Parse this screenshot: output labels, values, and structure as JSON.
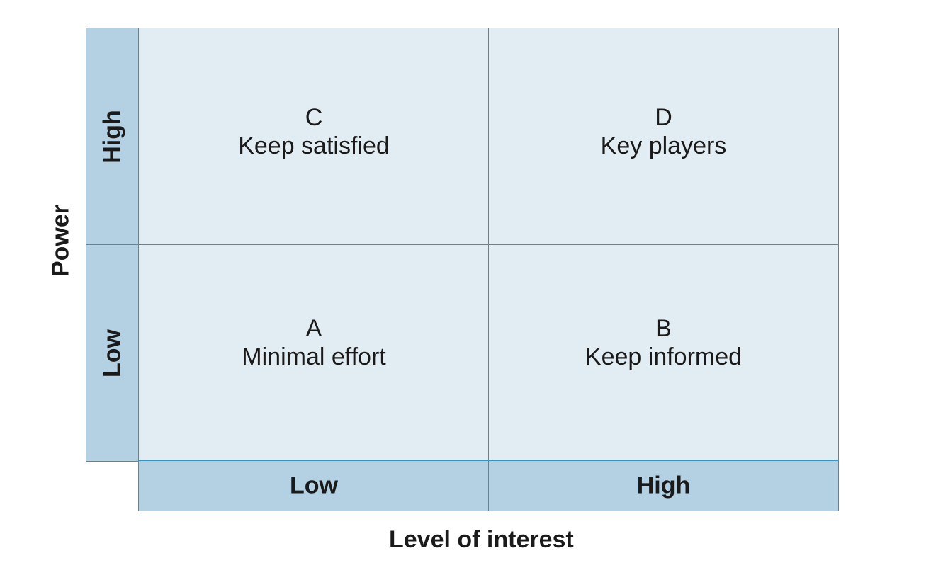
{
  "matrix": {
    "y_axis": {
      "title": "Power",
      "high_label": "High",
      "low_label": "Low"
    },
    "x_axis": {
      "title": "Level of interest",
      "low_label": "Low",
      "high_label": "High"
    },
    "quadrants": {
      "top_left": {
        "letter": "C",
        "label": "Keep satisfied"
      },
      "top_right": {
        "letter": "D",
        "label": "Key players"
      },
      "bottom_left": {
        "letter": "A",
        "label": "Minimal effort"
      },
      "bottom_right": {
        "letter": "B",
        "label": "Keep informed"
      }
    },
    "colors": {
      "border": "#2b95c6",
      "band_fill": "#b3d1e2",
      "cell_fill": "#e2edf3",
      "text": "#1a1a1a"
    }
  }
}
